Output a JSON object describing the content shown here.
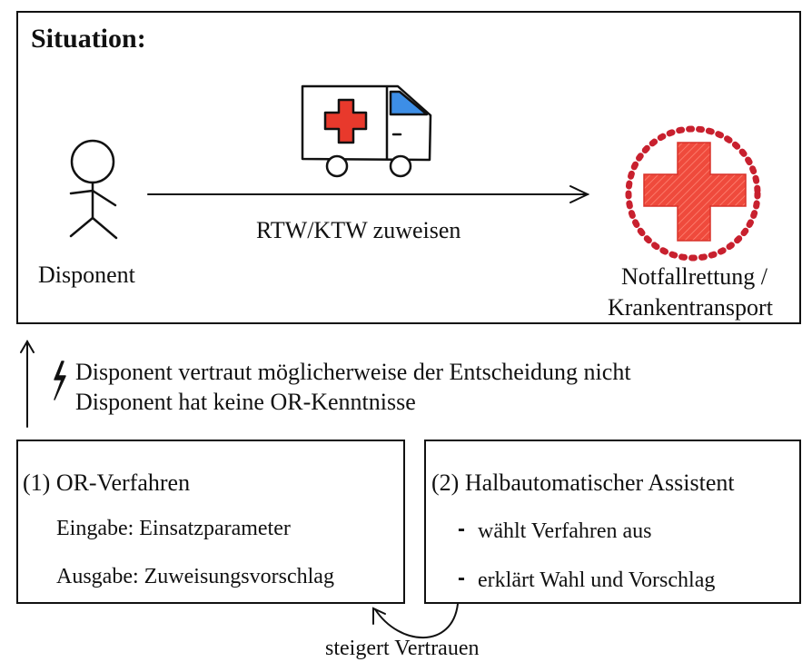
{
  "situation": {
    "title": "Situation:",
    "actor_label": "Disponent",
    "edge_label": "RTW/KTW zuweisen",
    "target_label_line1": "Notfallrettung /",
    "target_label_line2": "Krankentransport"
  },
  "issues": {
    "line1": "Disponent vertraut möglicherweise der Entscheidung nicht",
    "line2": "Disponent hat keine OR-Kenntnisse"
  },
  "method": {
    "title": "(1) OR-Verfahren",
    "input": "Eingabe: Einsatzparameter",
    "output": "Ausgabe: Zuweisungsvorschlag"
  },
  "assistant": {
    "title": "(2) Halbautomatischer Assistent",
    "bullet_marker": "-",
    "items": [
      "wählt Verfahren aus",
      "erklärt Wahl und Vorschlag"
    ]
  },
  "feedback_label": "steigert Vertrauen",
  "colors": {
    "cross_red": "#e8392c",
    "dot_red": "#c8202e",
    "window_blue": "#3d8ee6",
    "stroke": "#111111"
  },
  "icons": [
    "person-icon",
    "ambulance-icon",
    "emergency-cross-icon",
    "lightning-icon"
  ]
}
